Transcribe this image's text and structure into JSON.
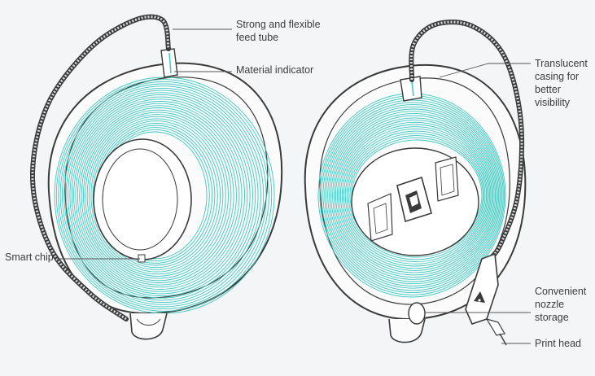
{
  "diagram": {
    "callouts": {
      "feed_tube": "Strong and flexible\nfeed tube",
      "material_indicator": "Material indicator",
      "smart_chip": "Smart chip",
      "translucent_casing": "Translucent\ncasing for\nbetter\nvisibility",
      "nozzle_storage": "Convenient\nnozzle\nstorage",
      "print_head": "Print head"
    },
    "colors": {
      "filament": "#3cc8c0",
      "outline": "#3a3a3a",
      "leader": "#555555",
      "background": "#f4f5f6"
    }
  }
}
